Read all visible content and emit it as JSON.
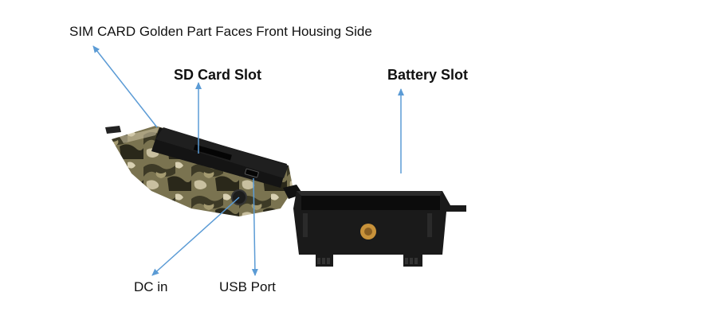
{
  "labels": {
    "sim_card": "SIM CARD Golden Part Faces Front Housing Side",
    "sd_card_slot": "SD Card Slot",
    "battery_slot": "Battery Slot",
    "dc_in": "DC in",
    "usb_port": "USB Port"
  },
  "colors": {
    "arrow": "#5b9bd5",
    "camo_dark": "#3d3a26",
    "camo_mid": "#7a7350",
    "camo_light": "#c9c0a0",
    "housing": "#1a1a1a",
    "tripod_socket": "#c8923a"
  }
}
